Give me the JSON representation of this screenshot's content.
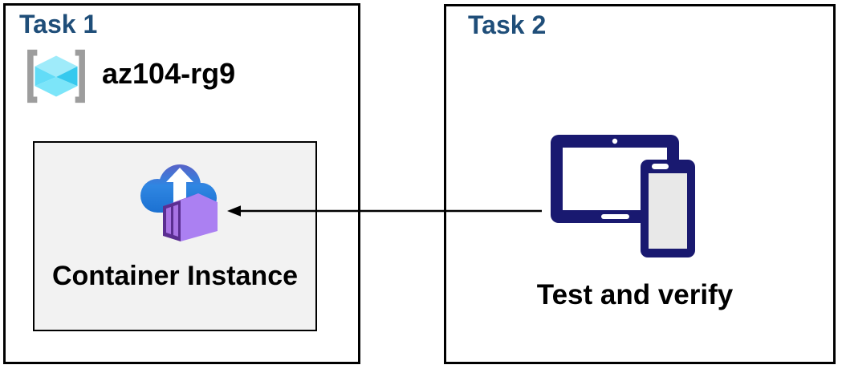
{
  "task1": {
    "title": "Task 1",
    "resource_group_name": "az104-rg9",
    "container_instance_label": "Container Instance"
  },
  "task2": {
    "title": "Task 2",
    "devices_label": "Test and verify"
  },
  "relationships": [
    {
      "from": "task2-devices-icon",
      "to": "task1-container-instance",
      "type": "arrow",
      "direction": "right-to-left"
    }
  ],
  "icons": {
    "resource_group": "azure-resource-group-icon",
    "container_instance": "azure-container-instance-icon",
    "devices": "tablet-and-phone-icon"
  },
  "colors": {
    "title_blue": "#1f4e79",
    "text_black": "#000000",
    "panel_border": "#000000",
    "card_bg": "#f2f2f2",
    "device_navy": "#191970",
    "bracket_gray": "#9d9d9d",
    "cube_cyan": "#50d8f4",
    "cloud_blue": "#2e86e0",
    "container_purple": "#a881f0"
  }
}
